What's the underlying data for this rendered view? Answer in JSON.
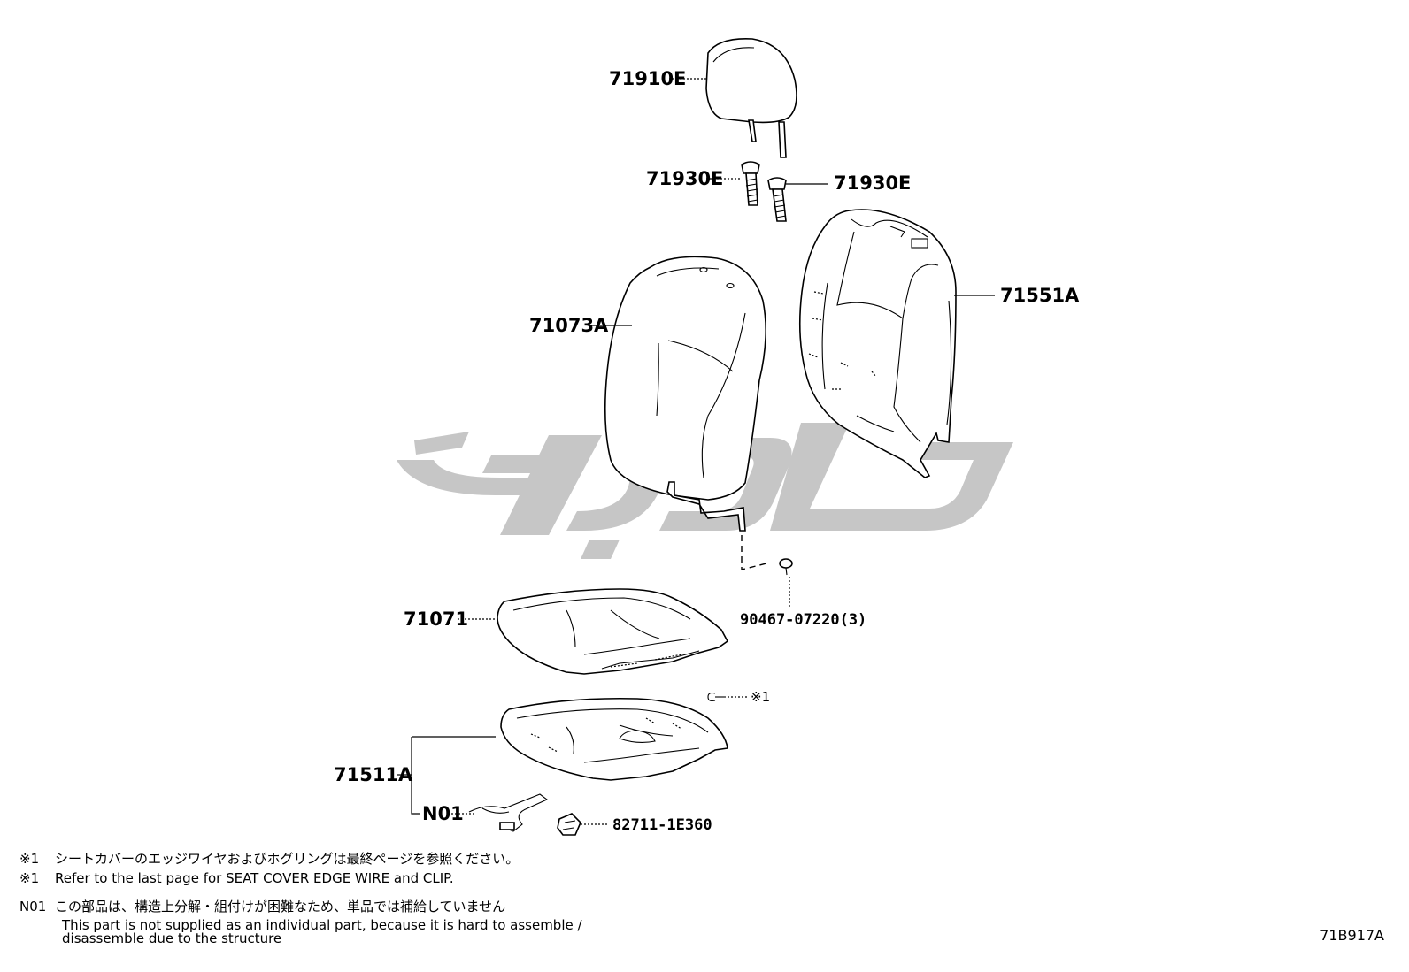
{
  "diagram_id": "71B917A",
  "parts": {
    "headrest": "71910E",
    "guide_left": "71930E",
    "guide_right": "71930E",
    "back_cover": "71073A",
    "back_pad": "71551A",
    "cushion_cover": "71071",
    "clip": "90467-07220(3)",
    "edge_wire_ref": "※1",
    "cushion_pad": "71511A",
    "sub_assembly": "N01",
    "connector": "82711-1E360"
  },
  "notes": {
    "note1_key": "※1",
    "note1_ja": "シートカバーのエッジワイヤおよびホグリングは最終ページを参照ください。",
    "note1_en_key": "※1",
    "note1_en": "Refer to the last page for SEAT COVER EDGE WIRE and CLIP.",
    "n01_key": "N01",
    "n01_ja": "この部品は、構造上分解・組付けが困難なため、単品では補給していません",
    "n01_en_1": "This part is not supplied as an individual part, because it is hard to assemble /",
    "n01_en_2": "disassemble due to the structure"
  },
  "colors": {
    "line": "#000000",
    "watermark": "#c6c6c6",
    "background": "#ffffff"
  }
}
